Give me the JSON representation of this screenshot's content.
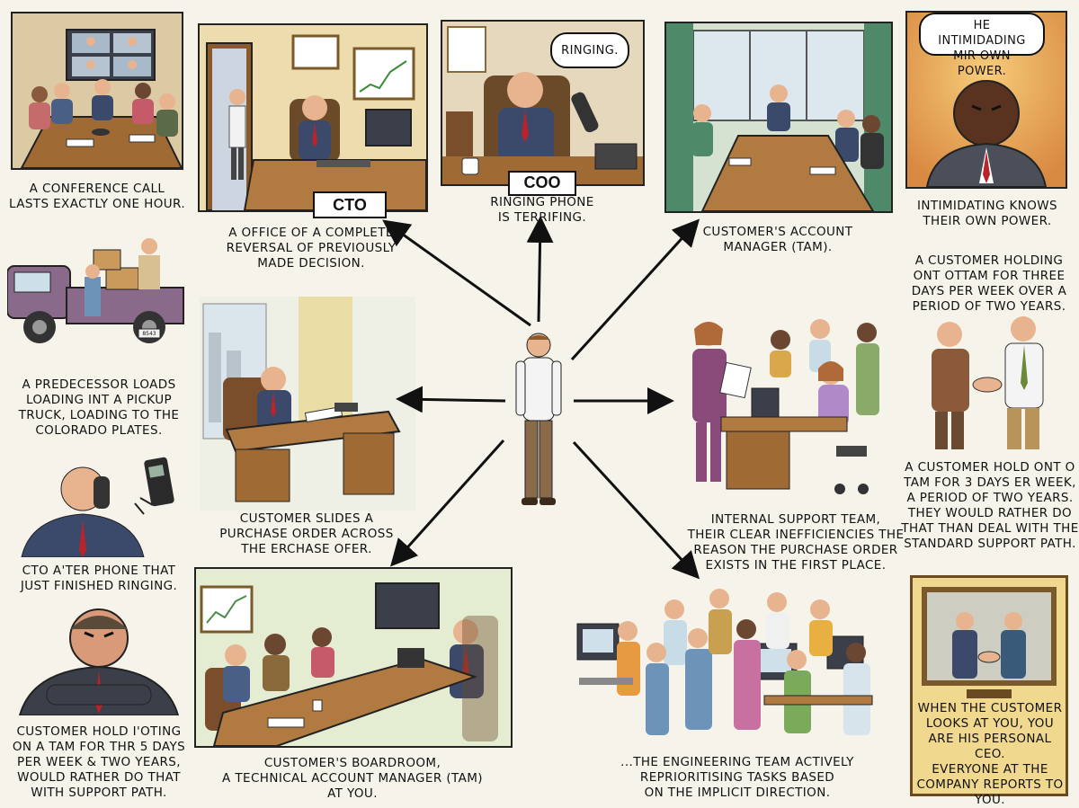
{
  "labels": {
    "cto": "CTO",
    "coo": "COO"
  },
  "bubbles": {
    "coo_phone": "RINGING.",
    "intimidator": "HE INTIMIDADING\nMIR OWN POWER."
  },
  "captions": {
    "conference_call": "A CONFERENCE CALL\nLASTS EXACTLY ONE HOUR.",
    "cto_office": "A OFFICE OF A COMPLETE\nREVERSAL OF PREVIOUSLY\nMADE DECISION.",
    "coo_phone": "RINGING PHONE\nIS TERRIFING.",
    "account_manager": "CUSTOMER'S ACCOUNT\nMANAGER (TAM).",
    "intimidating": "INTIMIDATING KNOWS\nTHEIR OWN POWER.",
    "customer_holding": "A CUSTOMER HOLDING\nONT OTTAM FOR THREE\nDAYS PER WEEK OVER A\nPERIOD OF TWO YEARS.",
    "predecessor": "A PREDECESSOR LOADS\nLOADING INT A PICKUP\nTRUCK, LOADING TO THE\nCOLORADO PLATES.",
    "purchase_order": "CUSTOMER SLIDES A\nPURCHASE ORDER ACROSS\nTHE ERCHASE OFER.",
    "internal_support": "INTERNAL SUPPORT TEAM,\nTHEIR CLEAR INEFFICIENCIES THE\nREASON THE PURCHASE ORDER\nEXISTS IN THE FIRST PLACE.",
    "customer_hold": "A CUSTOMER HOLD ONT O\nTAM FOR 3 DAYS ER WEEK,\nA PERIOD OF TWO YEARS.\nTHEY WOULD RATHER DO\nTHAT THAN DEAL WITH THE\nSTANDARD SUPPORT PATH.",
    "cto_phone": "CTO A'TER PHONE THAT\nJUST FINISHED RINGING.",
    "customer_hold_voting": "CUSTOMER HOLD I'OTING\nON A TAM FOR THR 5 DAYS\nPER WEEK & TWO YEARS,\nWOULD RATHER DO THAT\nWITH  SUPPORT PATH.",
    "boardroom": "CUSTOMER'S BOARDROOM,\nA TECHNICAL ACCOUNT MANAGER (TAM)\nAT YOU.",
    "engineering": "...THE ENGINEERING TEAM ACTIVELY\nREPRIORITISING TASKS BASED\nON THE IMPLICIT DIRECTION.",
    "personal_ceo": "WHEN THE CUSTOMER\nLOOKS AT YOU, YOU\nARE HIS PERSONAL CEO.\nEVERYONE AT THE\nCOMPANY REPORTS TO\nYOU."
  },
  "plates": {
    "truck_plate": "8543"
  },
  "colors": {
    "suit": "#3b4a6b",
    "tie": "#b8242a",
    "skin": "#e8b48f",
    "wood": "#b07a40",
    "wall_green": "#c9d8b0",
    "wall_yellow": "#ecd9a0"
  }
}
